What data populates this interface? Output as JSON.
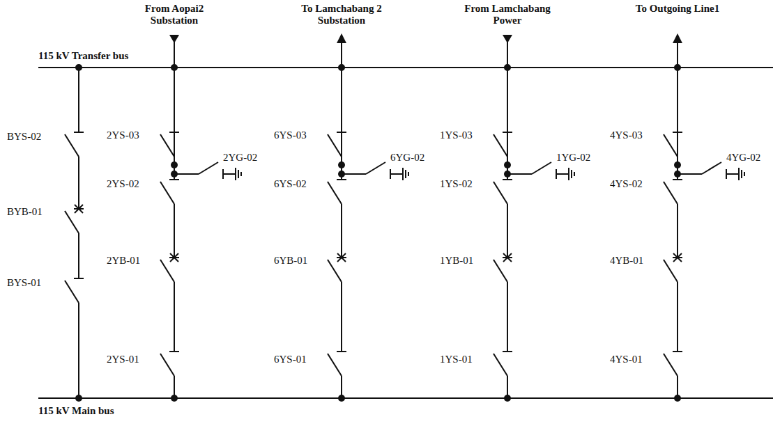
{
  "diagram": {
    "labels": [
      "From Aopai2 Substation",
      "To Lamchabang 2 Substation",
      "From Lamchabang Power",
      "To Outgoing Line1",
      "115 kV Transfer bus",
      "115 kV Main bus",
      "BYS-02",
      "BYB-01",
      "BYS-01",
      "2YS-03",
      "2YG-02",
      "2YS-02",
      "2YB-01",
      "2YS-01",
      "6YS-03",
      "6YG-02",
      "6YS-02",
      "6YB-01",
      "6YS-01",
      "1YS-03",
      "1YG-02",
      "1YS-02",
      "1YB-01",
      "1YS-01",
      "4YS-03",
      "4YG-02",
      "4YS-02",
      "4YB-01",
      "4YS-01"
    ]
  }
}
